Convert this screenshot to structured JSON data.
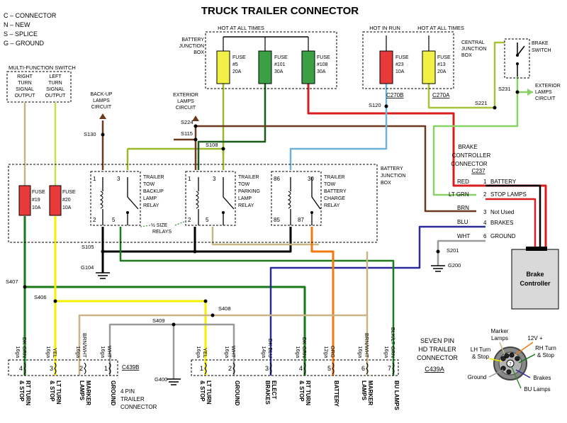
{
  "title": "TRUCK TRAILER CONNECTOR",
  "legend": [
    "C – CONNECTOR",
    "N – NEW",
    "S – SPLICE",
    "G – GROUND"
  ],
  "multifunction": {
    "title": "MULTI-FUNCTION SWITCH",
    "right": [
      "RIGHT",
      "TURN",
      "SIGNAL",
      "OUTPUT"
    ],
    "left": [
      "LEFT",
      "TURN",
      "SIGNAL",
      "OUTPUT"
    ]
  },
  "top_box": {
    "label": [
      "BATTERY",
      "JUNCTION",
      "BOX"
    ],
    "hot": "HOT AT ALL TIMES",
    "fuses": [
      {
        "word": "FUSE",
        "num": "#5",
        "amp": "20A",
        "color": "#f2f046"
      },
      {
        "word": "FUSE",
        "num": "#101",
        "amp": "30A",
        "color": "#3aa043"
      },
      {
        "word": "FUSE",
        "num": "#108",
        "amp": "30A",
        "color": "#3aa043"
      }
    ]
  },
  "cjb": {
    "label": [
      "CENTRAL",
      "JUNCTION",
      "BOX"
    ],
    "hot_run": "HOT IN RUN",
    "hot_all": "HOT AT ALL TIMES",
    "fuses": [
      {
        "word": "FUSE",
        "num": "#23",
        "amp": "10A",
        "color": "#e83a3a"
      },
      {
        "word": "FUSE",
        "num": "#13",
        "amp": "20A",
        "color": "#f2f046"
      }
    ],
    "conn_a": "C270B",
    "conn_b": "C270A"
  },
  "brake_switch": [
    "BRAKE",
    "SWITCH"
  ],
  "exterior_lamps_right": [
    "EXTERIOR",
    "LAMPS",
    "CIRCUIT"
  ],
  "exterior_lamps_left": [
    "EXTERIOR",
    "LAMPS",
    "CIRCUIT"
  ],
  "backup_lamps": [
    "BACK-UP",
    "LAMPS",
    "CIRCUIT"
  ],
  "splices": {
    "s130": "S130",
    "s224": "S224",
    "s115": "S115",
    "s108": "S108",
    "s120": "S120",
    "s221": "S221",
    "s231": "S231",
    "s105": "S105",
    "s201": "S201",
    "s407": "S407",
    "s406": "S406",
    "s408": "S408",
    "s409": "S409"
  },
  "grounds": {
    "g104": "G104",
    "g200": "G200",
    "g400": "G400"
  },
  "bjb_label": [
    "BATTERY",
    "JUNCTION",
    "BOX"
  ],
  "fuses_left": [
    {
      "word": "FUSE",
      "num": "#19",
      "amp": "10A"
    },
    {
      "word": "FUSE",
      "num": "#20",
      "amp": "10A"
    }
  ],
  "relays": [
    {
      "t1": "1",
      "t2": "3",
      "b1": "2",
      "b2": "5",
      "label": [
        "TRAILER",
        "TOW",
        "BACKUP",
        "LAMP",
        "RELAY"
      ]
    },
    {
      "t1": "1",
      "t2": "3",
      "b1": "2",
      "b2": "5",
      "label": [
        "TRAILER",
        "TOW",
        "PARKING",
        "LAMP",
        "RELAY"
      ]
    },
    {
      "t1": "86",
      "t2": "30",
      "b1": "85",
      "b2": "87",
      "label": [
        "TRAILER",
        "TOW",
        "BATTERY",
        "CHARGE",
        "RELAY"
      ]
    }
  ],
  "size_relays": [
    "½ SIZE",
    "RELAYS"
  ],
  "brake_controller": {
    "title": [
      "BRAKE",
      "CONTROLLER",
      "CONNECTOR"
    ],
    "connector": "C237",
    "pins": [
      {
        "color": "RED",
        "num": "1",
        "name": "BATTERY"
      },
      {
        "color": "LT GRN",
        "num": "2",
        "name": "STOP LAMPS"
      },
      {
        "color": "BRN",
        "num": "3",
        "name": "Not Used"
      },
      {
        "color": "BLU",
        "num": "4",
        "name": "BRAKES"
      },
      {
        "color": "WHT",
        "num": "6",
        "name": "GROUND"
      }
    ],
    "box": [
      "Brake",
      "Controller"
    ]
  },
  "four_pin": {
    "connector": "C439B",
    "label": [
      "4 PIN",
      "TRAILER",
      "CONNECTOR"
    ],
    "pins": [
      {
        "num": "4",
        "gauge": "16ga",
        "color": "DK GRN",
        "func": [
          "RT TURN",
          "& STOP"
        ]
      },
      {
        "num": "3",
        "gauge": "16ga",
        "color": "YEL",
        "func": [
          "LT TURN",
          "& STOP"
        ]
      },
      {
        "num": "2",
        "gauge": "16ga",
        "color": "BRN/WHT",
        "func": [
          "MARKER",
          "LAMPS"
        ]
      },
      {
        "num": "1",
        "gauge": "16ga",
        "color": "WHT",
        "func": [
          "GROUND"
        ]
      }
    ]
  },
  "seven_pin": {
    "pins": [
      {
        "num": "1",
        "gauge": "16ga",
        "color": "YEL",
        "func": [
          "LT TURN",
          "& STOP"
        ]
      },
      {
        "num": "2",
        "gauge": "16ga",
        "color": "WHT",
        "func": [
          "GROUND"
        ]
      },
      {
        "num": "3",
        "gauge": "14ga",
        "color": "DK BLU",
        "func": [
          "ELECT",
          "BRAKES"
        ]
      },
      {
        "num": "4",
        "gauge": "16ga",
        "color": "DK GRN",
        "func": [
          "RT TURN",
          "& STOP"
        ]
      },
      {
        "num": "5",
        "gauge": "12ga",
        "color": "ORG",
        "func": [
          "BATTERY"
        ]
      },
      {
        "num": "6",
        "gauge": "16ga",
        "color": "BRN/WHT",
        "func": [
          "MARKER",
          "LAMPS"
        ]
      },
      {
        "num": "7",
        "gauge": "16ga",
        "color": "BLK/LT GRN",
        "func": [
          "BU LAMPS"
        ]
      }
    ]
  },
  "hd_connector": {
    "title": [
      "SEVEN PIN",
      "HD TRAILER",
      "CONNECTOR"
    ],
    "connector": "C439A",
    "labels": {
      "marker": [
        "Marker",
        "Lamps"
      ],
      "v12": "12V +",
      "lh": [
        "LH Turn",
        "& Stop"
      ],
      "rh": [
        "RH Turn",
        "& Stop"
      ],
      "ground": "Ground",
      "brakes": "Brakes",
      "bu": "BU Lamps"
    },
    "pin_nums": [
      "1",
      "2",
      "3",
      "4",
      "5",
      "6",
      "7"
    ]
  },
  "wire_colors": {
    "brown": "#6b3a1f",
    "green": "#1a7a1a",
    "ltgreen": "#8bd16a",
    "yellow": "#f4f000",
    "red": "#d81e1e",
    "blue": "#2a2a9a",
    "ltblue": "#6fb2d6",
    "orange": "#f07a10",
    "tan": "#c9b488",
    "gray": "#9a9a9a",
    "olive": "#8a9a2a"
  }
}
